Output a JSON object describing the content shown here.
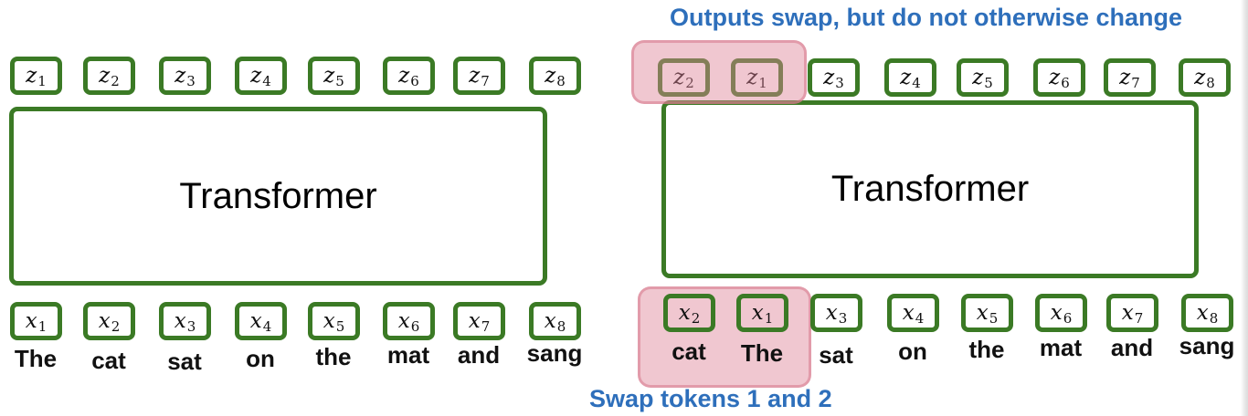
{
  "colors": {
    "box_border": "#3b7a25",
    "highlight": "#e8a0ae",
    "note_text": "#2e6fbb"
  },
  "left_panel": {
    "transformer_label": "Transformer",
    "outputs": [
      {
        "var": "z",
        "sub": "1"
      },
      {
        "var": "z",
        "sub": "2"
      },
      {
        "var": "z",
        "sub": "3"
      },
      {
        "var": "z",
        "sub": "4"
      },
      {
        "var": "z",
        "sub": "5"
      },
      {
        "var": "z",
        "sub": "6"
      },
      {
        "var": "z",
        "sub": "7"
      },
      {
        "var": "z",
        "sub": "8"
      }
    ],
    "inputs": [
      {
        "var": "x",
        "sub": "1",
        "word": "The"
      },
      {
        "var": "x",
        "sub": "2",
        "word": "cat"
      },
      {
        "var": "x",
        "sub": "3",
        "word": "sat"
      },
      {
        "var": "x",
        "sub": "4",
        "word": "on"
      },
      {
        "var": "x",
        "sub": "5",
        "word": "the"
      },
      {
        "var": "x",
        "sub": "6",
        "word": "mat"
      },
      {
        "var": "x",
        "sub": "7",
        "word": "and"
      },
      {
        "var": "x",
        "sub": "8",
        "word": "sang"
      }
    ]
  },
  "right_panel": {
    "transformer_label": "Transformer",
    "top_note": "Outputs swap, but do not otherwise change",
    "bottom_note": "Swap tokens 1 and 2",
    "outputs": [
      {
        "var": "z",
        "sub": "2"
      },
      {
        "var": "z",
        "sub": "1"
      },
      {
        "var": "z",
        "sub": "3"
      },
      {
        "var": "z",
        "sub": "4"
      },
      {
        "var": "z",
        "sub": "5"
      },
      {
        "var": "z",
        "sub": "6"
      },
      {
        "var": "z",
        "sub": "7"
      },
      {
        "var": "z",
        "sub": "8"
      }
    ],
    "inputs": [
      {
        "var": "x",
        "sub": "2",
        "word": "cat"
      },
      {
        "var": "x",
        "sub": "1",
        "word": "The"
      },
      {
        "var": "x",
        "sub": "3",
        "word": "sat"
      },
      {
        "var": "x",
        "sub": "4",
        "word": "on"
      },
      {
        "var": "x",
        "sub": "5",
        "word": "the"
      },
      {
        "var": "x",
        "sub": "6",
        "word": "mat"
      },
      {
        "var": "x",
        "sub": "7",
        "word": "and"
      },
      {
        "var": "x",
        "sub": "8",
        "word": "sang"
      }
    ]
  }
}
